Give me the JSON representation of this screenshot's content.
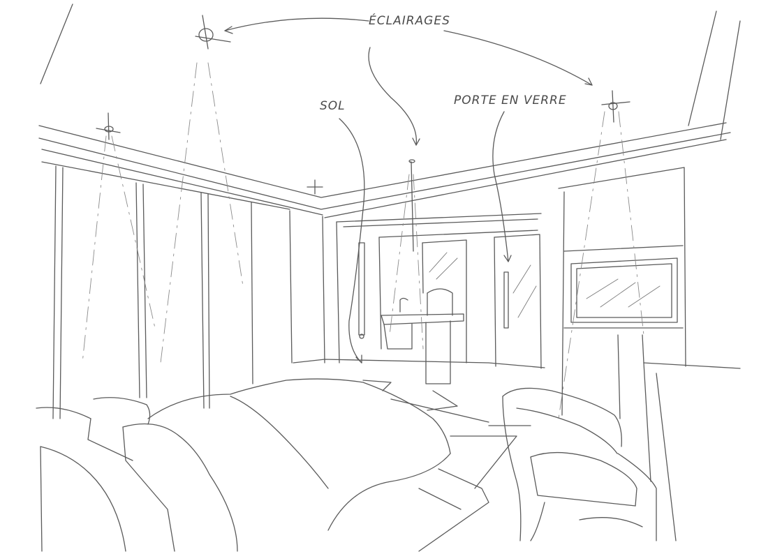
{
  "annotations": {
    "lighting": "ÉCLAIRAGES",
    "floor": "SOL",
    "glass_door": "PORTE EN VERRE"
  },
  "colors": {
    "line": "#5a5a5a",
    "background": "#ffffff"
  }
}
